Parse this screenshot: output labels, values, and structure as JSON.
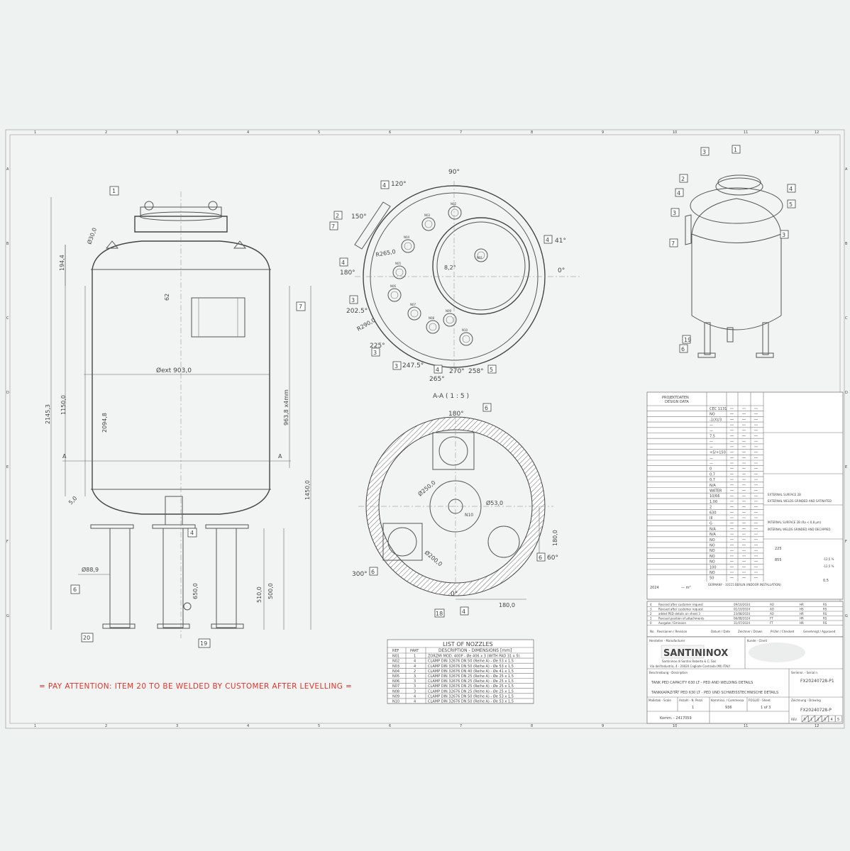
{
  "frame": {
    "columns": [
      "1",
      "2",
      "3",
      "4",
      "5",
      "6",
      "7",
      "8",
      "9",
      "10",
      "11",
      "12"
    ],
    "rows": [
      "A",
      "B",
      "C",
      "D",
      "E",
      "F",
      "G"
    ]
  },
  "elevation": {
    "dims": {
      "total_height": "2145,3",
      "h1150": "1150,0",
      "h194": "194,4",
      "h62": "62",
      "h2094": "2094,8",
      "d_ext": "Øext 903,0",
      "h963": "963,8 x4mm",
      "h1450": "1450,0",
      "r50": "5,0",
      "d30": "Ø30,0",
      "d88": "Ø88,9",
      "h650": "650,0",
      "h510": "510,0",
      "h500": "500,0"
    },
    "section_marks": [
      "A",
      "A"
    ],
    "callouts": [
      "1",
      "7",
      "6",
      "4",
      "20",
      "19"
    ]
  },
  "top_view": {
    "angles": [
      "90°",
      "120°",
      "150°",
      "180°",
      "202.5°",
      "225°",
      "247.5°",
      "265°",
      "270°",
      "258°",
      "0°",
      "41°",
      "8,2°"
    ],
    "radii": [
      "R265,0",
      "R290,0"
    ],
    "nozzles": [
      "N01",
      "N02",
      "N03",
      "N04",
      "N05",
      "N06",
      "N07",
      "N08",
      "N09",
      "N10"
    ],
    "callouts": [
      "4",
      "2",
      "7",
      "4",
      "3",
      "3",
      "3",
      "4",
      "5",
      "4"
    ]
  },
  "section_aa": {
    "title": "A-A ( 1 : 5 )",
    "angles": [
      "180°",
      "300°",
      "0°",
      "60°"
    ],
    "dims": [
      "Ø250,0",
      "Ø53,0",
      "Ø200,0",
      "180,0",
      "180,0"
    ],
    "nozzle": "N10",
    "callouts": [
      "6",
      "6",
      "6",
      "18",
      "4"
    ]
  },
  "iso_callouts": [
    "1",
    "3",
    "2",
    "4",
    "3",
    "7",
    "4",
    "5",
    "3",
    "19",
    "6"
  ],
  "warning": "= PAY ATTENTION: ITEM 20 TO BE WELDED BY CUSTOMER AFTER LEVELLING =",
  "nozzle_list": {
    "title": "LIST OF NOZZLES",
    "headers": [
      "REF",
      "PART",
      "DESCRIPTION - DIMENSIONS [mm]"
    ],
    "rows": [
      [
        "N01",
        "1",
        "ZORZMI MOD. 400P - Øe 406 x 3 (WITH PAD 31 x 5)"
      ],
      [
        "N02",
        "4",
        "CLAMP DIN 32676 DN 50 (Reihe A) - Øe 53 x 1,5"
      ],
      [
        "N03",
        "4",
        "CLAMP DIN 32676 DN 50 (Reihe A) - Øe 53 x 1,5"
      ],
      [
        "N04",
        "2",
        "CLAMP DIN 32676 DN 40 (Reihe A) - Øe 41 x 1,5"
      ],
      [
        "N05",
        "3",
        "CLAMP DIN 32676 DN 25 (Reihe A) - Øe 25 x 1,5"
      ],
      [
        "N06",
        "3",
        "CLAMP DIN 32676 DN 25 (Reihe A) - Øe 25 x 1,5"
      ],
      [
        "N07",
        "3",
        "CLAMP DIN 32676 DN 25 (Reihe A) - Øe 25 x 1,5"
      ],
      [
        "N08",
        "3",
        "CLAMP DIN 32676 DN 25 (Reihe A) - Øe 25 x 1,5"
      ],
      [
        "N09",
        "4",
        "CLAMP DIN 32676 DN 50 (Reihe A) - Øe 53 x 1,5"
      ],
      [
        "N10",
        "4",
        "CLAMP DIN 32676 DN 50 (Reihe A) - Øe 53 x 1,5"
      ]
    ]
  },
  "design_data": {
    "title_de": "PROJEKTDATEN",
    "title_en": "DESIGN DATA",
    "values": [
      "CEC 1131",
      "NO",
      "-1(X)/3",
      "—",
      "—",
      "7,5",
      "—",
      "—",
      "+5/+150",
      "—",
      "—",
      "0",
      "0,7",
      "0,7",
      "N/A",
      "WATER",
      "10/66",
      "1,00",
      "2",
      "630",
      "III",
      "G",
      "N/A",
      "N/A",
      "NO",
      "NO",
      "NO",
      "NO",
      "NO",
      "100",
      "NO",
      "50"
    ],
    "year": "2024",
    "area": "— m²",
    "location": "GERMANY - 10115 BERLIN (INDOOR INSTALLATION)",
    "external_surface": "EXTERNAL SURFACE 2B",
    "external_welds": "EXTERNAL WELDS GRINDED AND SATINATED",
    "internal_surface": "INTERNAL SURFACE 2B (Ra < 0,8 μm)",
    "internal_welds": "INTERNAL WELDS GRINDED AND DECAPPED",
    "weights": [
      "225",
      "855",
      "—",
      "—"
    ],
    "sheet_tol": [
      "-12,5 %",
      "-12,5 %"
    ],
    "thickness": "0,5"
  },
  "revisions": {
    "rows": [
      [
        "4",
        "Revised after customer request",
        "09/10/2024",
        "AO",
        "HR",
        "RS"
      ],
      [
        "3",
        "Revised after customer request",
        "01/10/2024",
        "AO",
        "HS",
        "RS"
      ],
      [
        "2",
        "added PED details on sheet 3",
        "23/08/2024",
        "AO",
        "HR",
        "RS"
      ],
      [
        "1",
        "Revised position of attachments",
        "06/08/2024",
        "FT",
        "HR",
        "RS"
      ],
      [
        "0",
        "Ausgabe / Emission",
        "31/07/2024",
        "FT",
        "HR",
        "RS"
      ]
    ],
    "headers": [
      "No.",
      "Revisionen / Revision",
      "Datum / Date",
      "Zeichner / Drawn",
      "Prüfer / Checked",
      "Genehmigt / Approved"
    ]
  },
  "title_block": {
    "manufacturer_label": "Hersteller - Manufacturer",
    "client_label": "Kunde - Client",
    "company": "SANTININOX",
    "company_line1": "Santininox di Santini Roberto & C. Sas",
    "company_line2": "Via dell'Industria, 4 - 20020 Cogliate Contrada (MI) ITALY",
    "description_label": "Beschreibung - Description",
    "desc_en": "TANK PED CAPACITY 630 LT - PED AND WELDING DETAILS",
    "desc_de": "TANKKAPAZITÄT PED 630 LT - PED UND SCHWEISSTECHNISCHE DETAILS",
    "serial_label": "Seriennr. - Serial n.",
    "serial": "FX20240728-P1",
    "scale_label": "Maßstab - Scale",
    "qty_label": "Anzahl - N. Pezzi",
    "commission_label": "Kommissi. / Commessa",
    "sheet_label": "FOGLIO - Sheet",
    "drawing_label": "Zeichnung - Drawing",
    "qty": "1",
    "commission": "936",
    "sheet": "1 of 3",
    "drawing": "FX20240728-P",
    "komm": "Komm. - 2417059",
    "rev_label": "REV.",
    "rev_cells": [
      "0",
      "1",
      "2",
      "3",
      "4",
      "5"
    ]
  }
}
